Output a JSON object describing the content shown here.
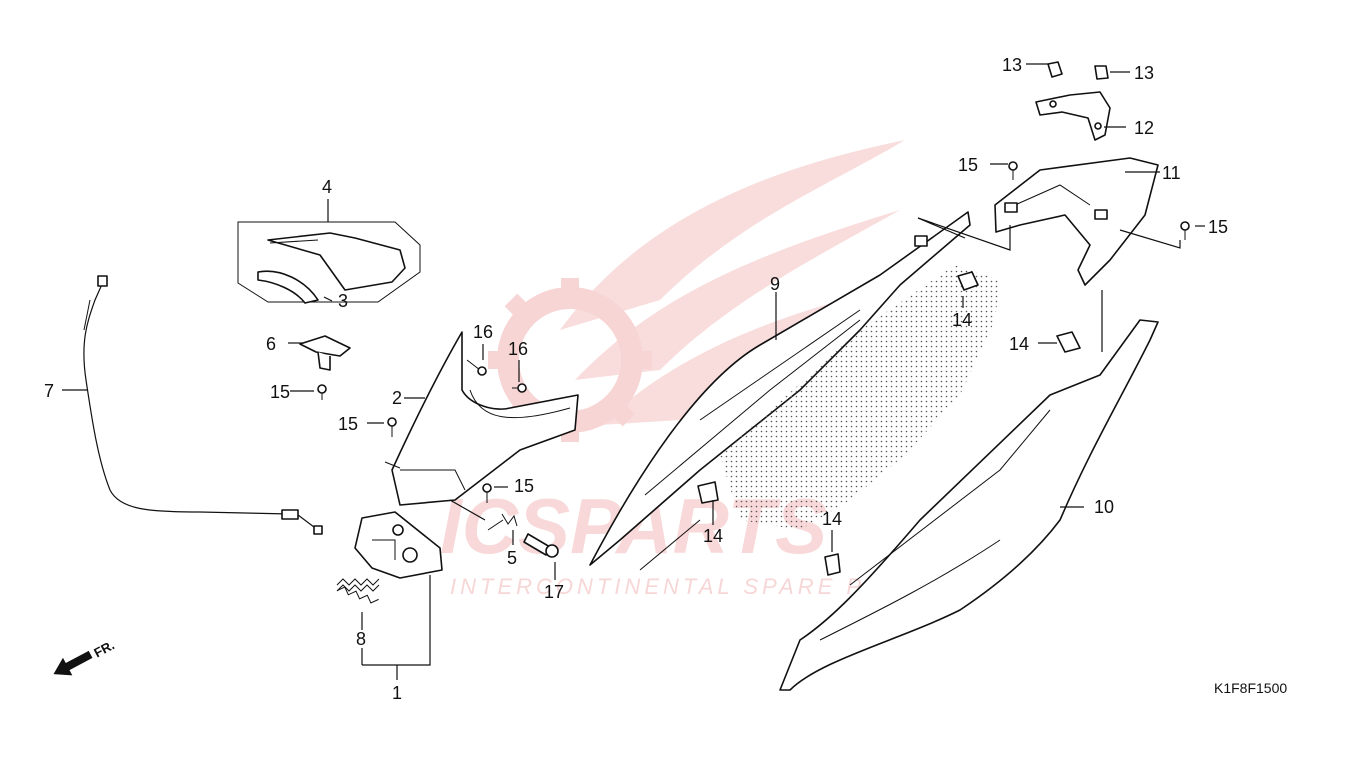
{
  "watermark": {
    "brand": "ICSPARTS",
    "tagline": "INTERCONTINENTAL SPARE PARTS",
    "color": "#e23a3a"
  },
  "direction_label": "FR.",
  "diagram_code": "K1F8F1500",
  "callouts": {
    "p1": "1",
    "p2": "2",
    "p3": "3",
    "p4": "4",
    "p5": "5",
    "p6": "6",
    "p7": "7",
    "p8": "8",
    "p9": "9",
    "p10": "10",
    "p11": "11",
    "p12": "12",
    "p13a": "13",
    "p13b": "13",
    "p14a": "14",
    "p14b": "14",
    "p14c": "14",
    "p14d": "14",
    "p15a": "15",
    "p15b": "15",
    "p15c": "15",
    "p15d": "15",
    "p15e": "15",
    "p16a": "16",
    "p16b": "16",
    "p17": "17"
  }
}
